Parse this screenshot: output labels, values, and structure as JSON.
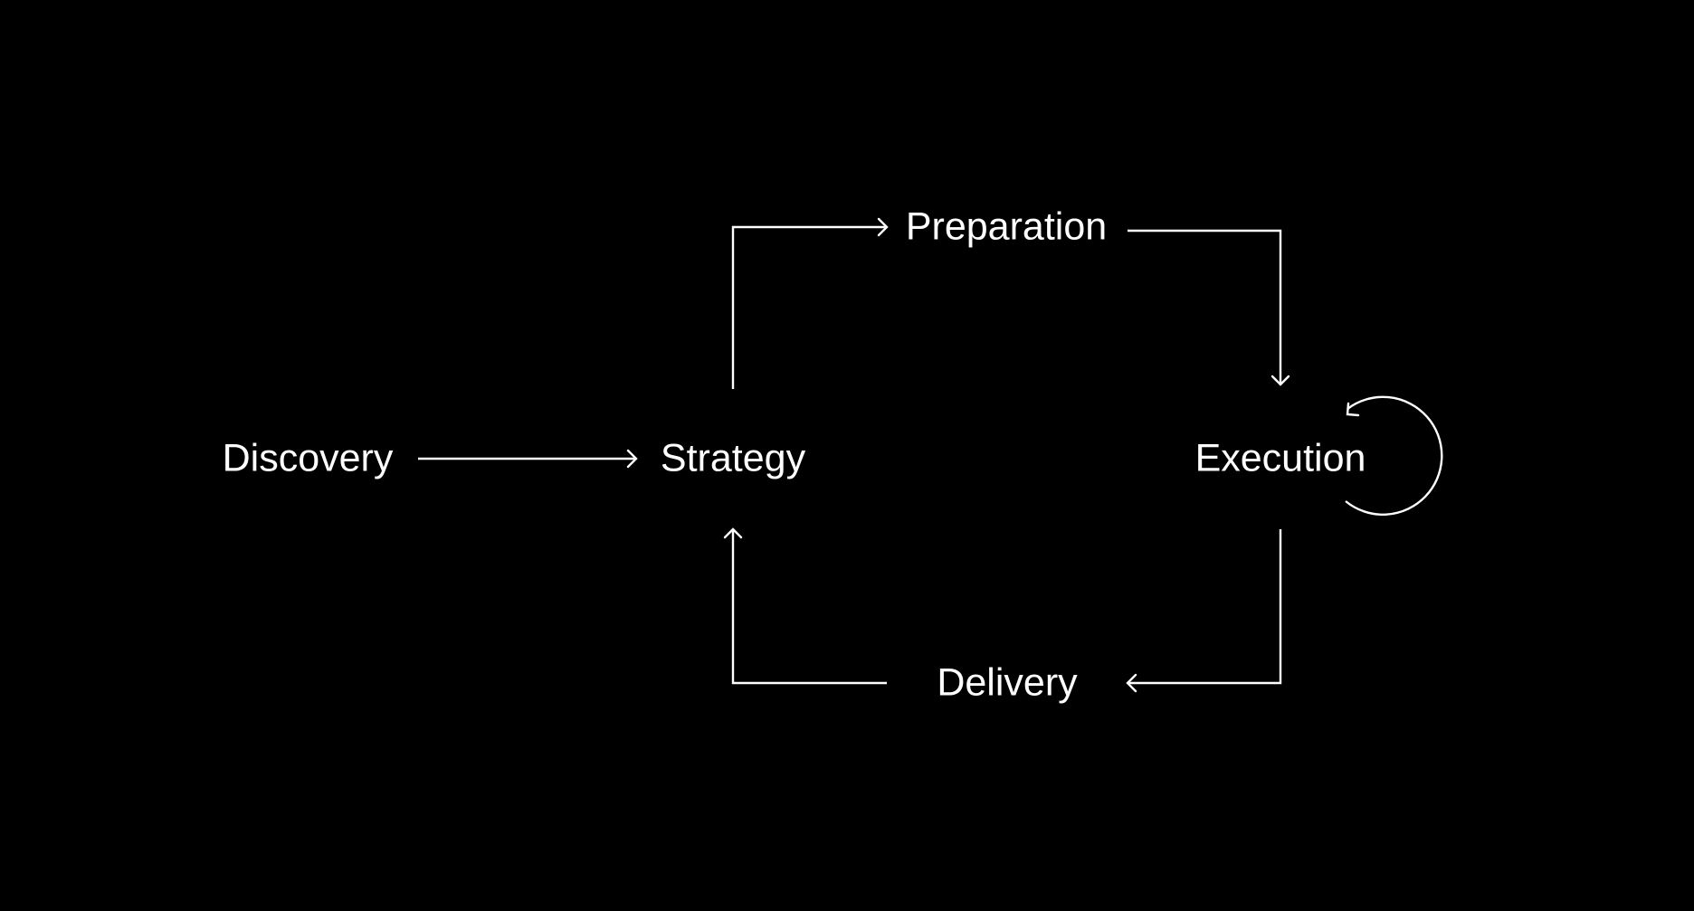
{
  "diagram": {
    "type": "process-flow",
    "background_color": "#000000",
    "foreground_color": "#ffffff",
    "nodes": {
      "discovery": {
        "label": "Discovery"
      },
      "strategy": {
        "label": "Strategy"
      },
      "preparation": {
        "label": "Preparation"
      },
      "execution": {
        "label": "Execution"
      },
      "delivery": {
        "label": "Delivery"
      }
    },
    "edges": [
      {
        "from": "Discovery",
        "to": "Strategy"
      },
      {
        "from": "Strategy",
        "to": "Preparation"
      },
      {
        "from": "Preparation",
        "to": "Execution"
      },
      {
        "from": "Execution",
        "to": "Execution",
        "kind": "self-loop"
      },
      {
        "from": "Execution",
        "to": "Delivery"
      },
      {
        "from": "Delivery",
        "to": "Strategy"
      }
    ]
  }
}
